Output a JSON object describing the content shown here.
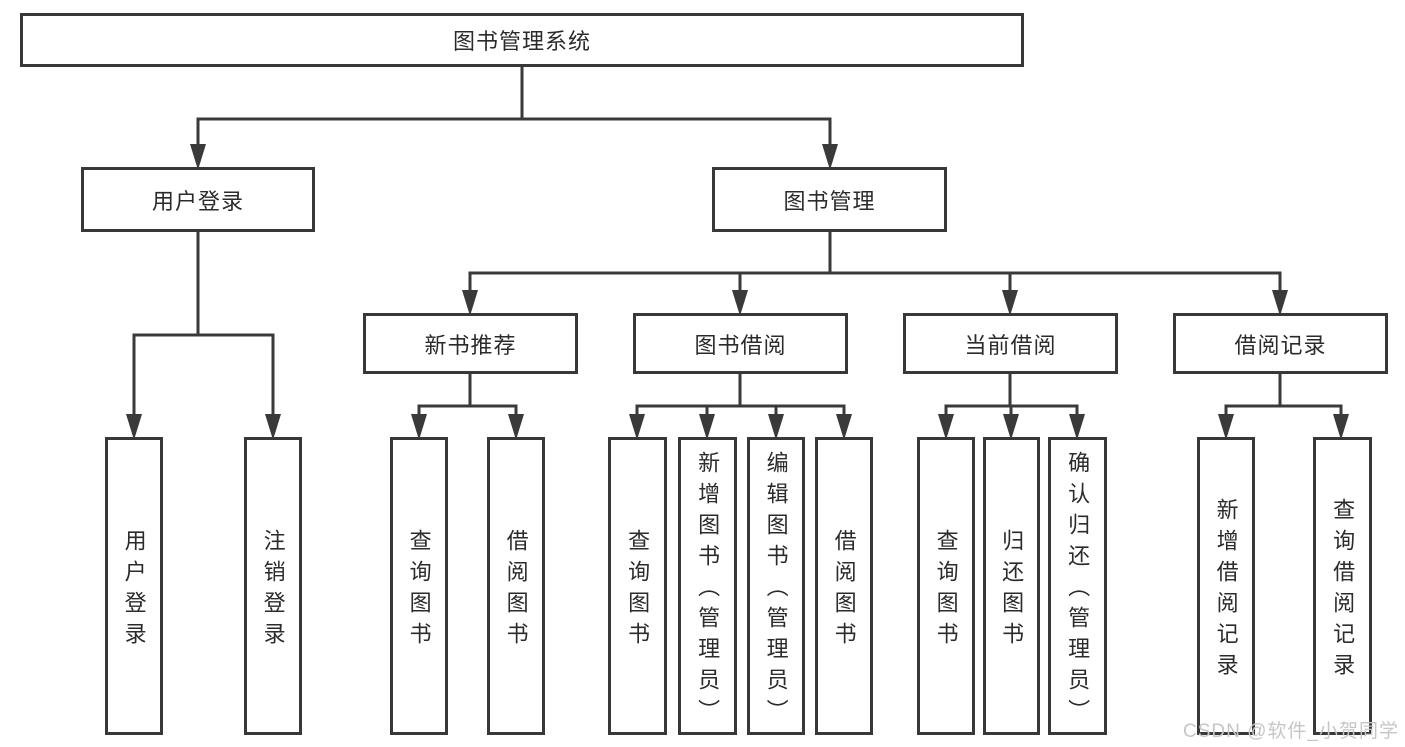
{
  "nodes": {
    "root": {
      "label": "图书管理系统"
    },
    "level2": [
      {
        "label": "用户登录"
      },
      {
        "label": "图书管理"
      }
    ],
    "level3": [
      {
        "label": "新书推荐",
        "parent": "图书管理"
      },
      {
        "label": "图书借阅",
        "parent": "图书管理"
      },
      {
        "label": "当前借阅",
        "parent": "图书管理"
      },
      {
        "label": "借阅记录",
        "parent": "图书管理"
      }
    ],
    "leaves": [
      {
        "label": "用户登录",
        "parent": "用户登录"
      },
      {
        "label": "注销登录",
        "parent": "用户登录"
      },
      {
        "label": "查询图书",
        "parent": "新书推荐"
      },
      {
        "label": "借阅图书",
        "parent": "新书推荐"
      },
      {
        "label": "查询图书",
        "parent": "图书借阅"
      },
      {
        "label": "新增图书（管理员）",
        "parent": "图书借阅"
      },
      {
        "label": "编辑图书（管理员）",
        "parent": "图书借阅"
      },
      {
        "label": "借阅图书",
        "parent": "图书借阅"
      },
      {
        "label": "查询图书",
        "parent": "当前借阅"
      },
      {
        "label": "归还图书",
        "parent": "当前借阅"
      },
      {
        "label": "确认归还（管理员）",
        "parent": "当前借阅"
      },
      {
        "label": "新增借阅记录",
        "parent": "借阅记录"
      },
      {
        "label": "查询借阅记录",
        "parent": "借阅记录"
      }
    ]
  },
  "watermark": {
    "label": "CSDN @软件_小贺同学"
  },
  "colors": {
    "line": "#3a3a3a",
    "box_border": "#383838",
    "box_fill": "#ffffff",
    "text": "#2b2b2b",
    "watermark": "#c6c6ca"
  }
}
